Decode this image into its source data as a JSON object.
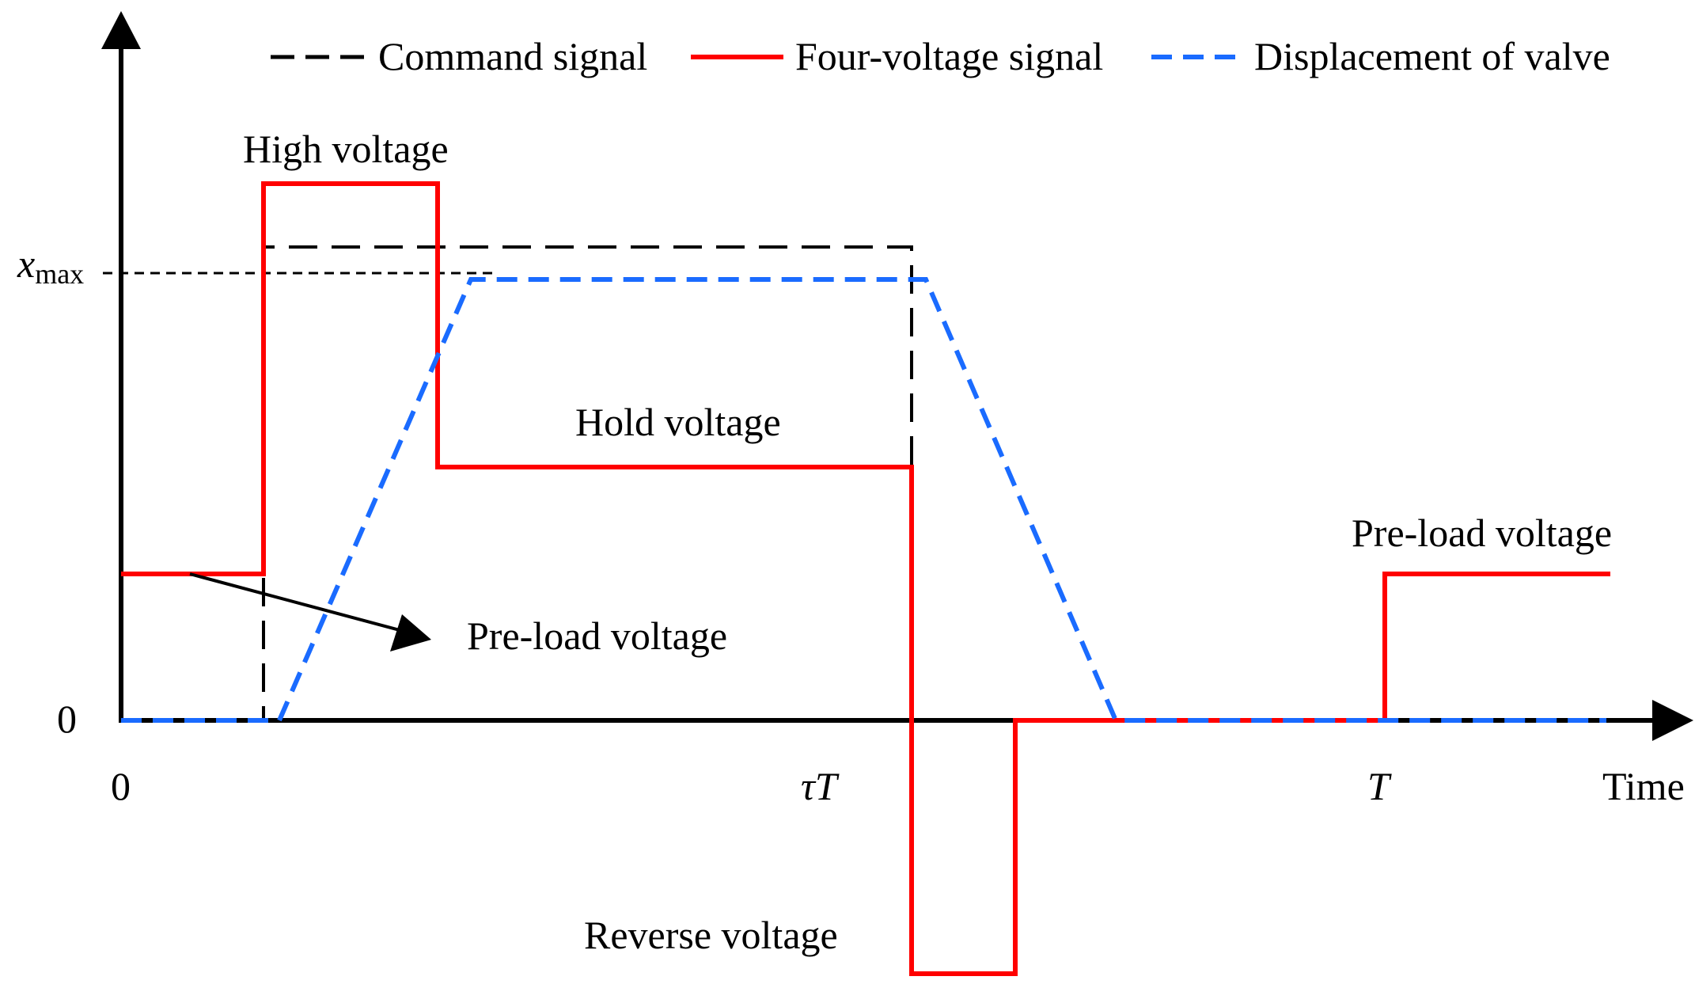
{
  "legend": {
    "command": "Command signal",
    "four_voltage": "Four-voltage signal",
    "displacement": "Displacement of valve"
  },
  "axis": {
    "y_tick_top_main": "x",
    "y_tick_top_sub": "max",
    "y_tick_zero": "0",
    "x_tick_zero": "0",
    "x_tick_tau_prefix": "τ",
    "x_tick_tau_suffix": "T",
    "x_tick_T": "T",
    "x_label": "Time"
  },
  "annotations": {
    "high_voltage": "High voltage",
    "hold_voltage": "Hold voltage",
    "preload_left": "Pre-load voltage",
    "preload_right": "Pre-load voltage",
    "reverse_voltage": "Reverse voltage"
  },
  "colors": {
    "command": "#000000",
    "four_voltage": "#ff0000",
    "displacement": "#1a6bff",
    "axis": "#000000"
  }
}
